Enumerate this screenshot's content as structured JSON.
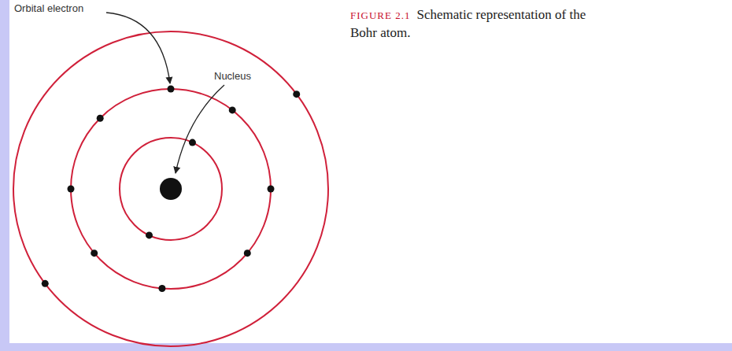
{
  "diagram": {
    "caption": "Schematic representation of the Bohr atom.",
    "labels": [
      "Orbital electron",
      "Nucleus",
      "FIGURE 2.1"
    ]
  }
}
